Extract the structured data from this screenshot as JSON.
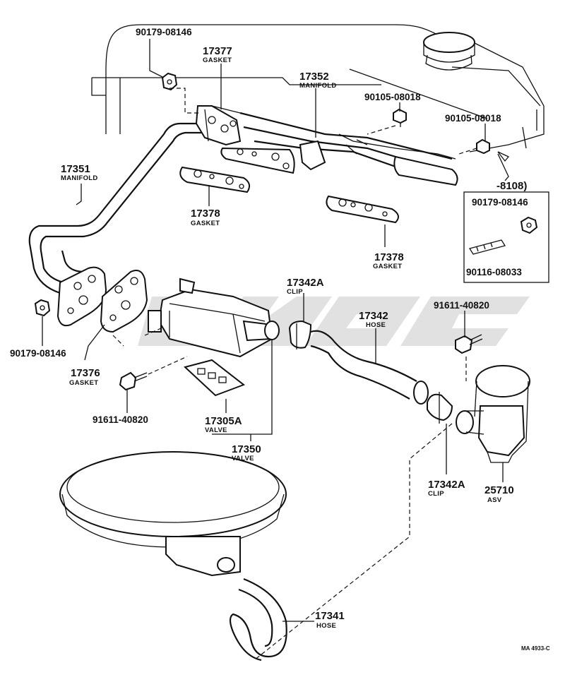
{
  "diagram": {
    "callouts": {
      "c_90179_08146_top": "90179-08146",
      "c_17377": "17377",
      "c_17377_sub": "GASKET",
      "c_17352": "17352",
      "c_17352_sub": "MANIFOLD",
      "c_90105_08018_a": "90105-08018",
      "c_90105_08018_b": "90105-08018",
      "c_8108": "-8108)",
      "c_90179_08146_box": "90179-08146",
      "c_90116_08033": "90116-08033",
      "c_17351": "17351",
      "c_17351_sub": "MANIFOLD",
      "c_17378_left": "17378",
      "c_17378_left_sub": "GASKET",
      "c_17378_right": "17378",
      "c_17378_right_sub": "GASKET",
      "c_17342A_top": "17342A",
      "c_17342A_top_sub": "CLIP",
      "c_17342": "17342",
      "c_17342_sub": "HOSE",
      "c_91611_40820_right": "91611-40820",
      "c_90179_08146_left": "90179-08146",
      "c_17376": "17376",
      "c_17376_sub": "GASKET",
      "c_91611_40820_left": "91611-40820",
      "c_17305A": "17305A",
      "c_17305A_sub": "VALVE",
      "c_17350": "17350",
      "c_17350_sub": "VALVE",
      "c_17342A_bottom": "17342A",
      "c_17342A_bottom_sub": "CLIP",
      "c_25710": "25710",
      "c_25710_sub": "ASV",
      "c_17341": "17341",
      "c_17341_sub": "HOSE",
      "c_figure_code": "MA 4933-C"
    }
  }
}
